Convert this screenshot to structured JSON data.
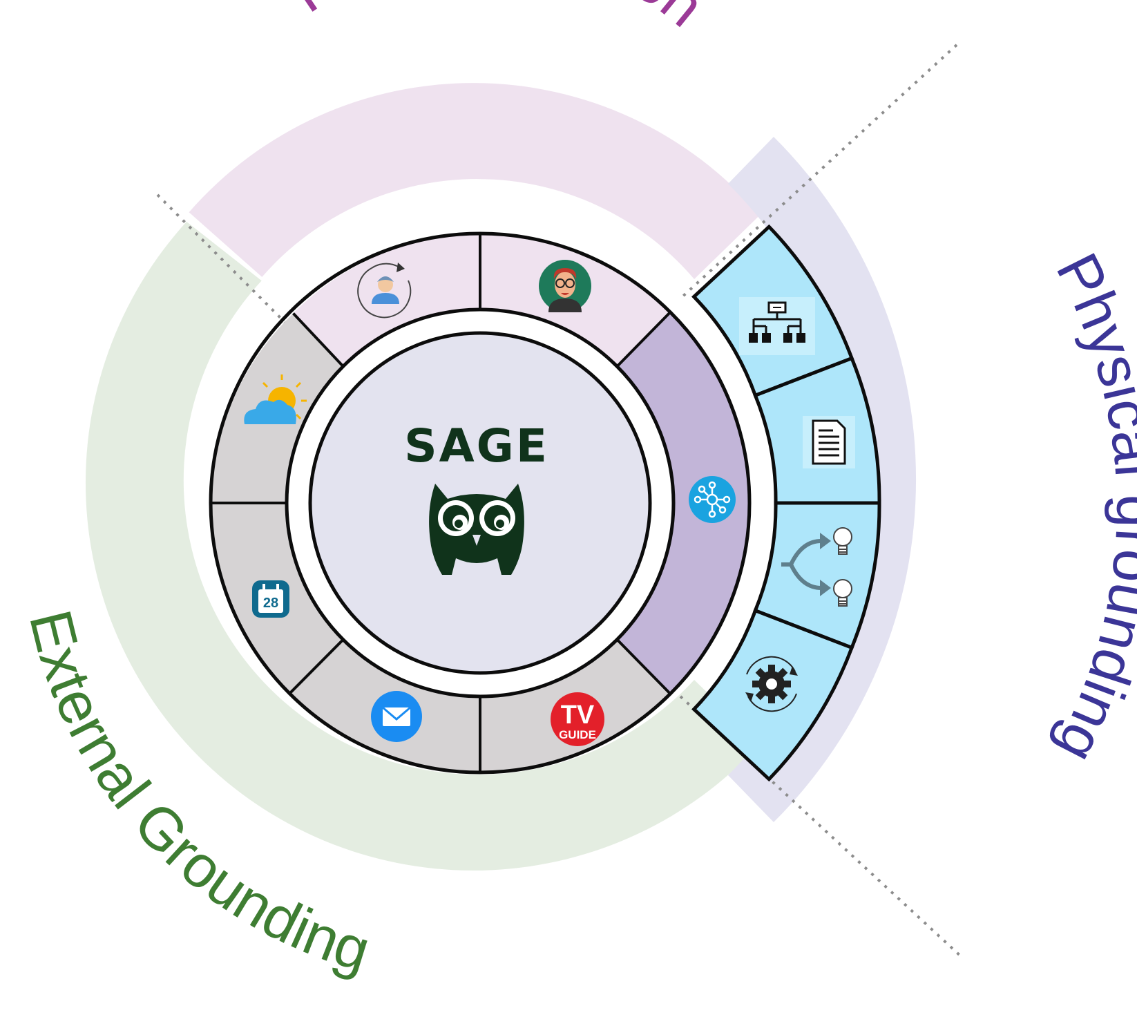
{
  "center": {
    "title": "SAGE",
    "logo_icon": "owl-icon"
  },
  "arcs": {
    "personalization": {
      "label": "Personalization",
      "color": "#9b3a97",
      "band_color": "#efe2ef"
    },
    "physical": {
      "label": "Physical grounding",
      "color": "#3b3597",
      "band_color": "#e3e2f1"
    },
    "external": {
      "label": "External Grounding",
      "color": "#3e7d32",
      "band_color": "#e4ede1"
    }
  },
  "icons": {
    "user_refresh": "user-refresh-icon",
    "persona": "persona-avatar-icon",
    "weather": "weather-icon",
    "calendar": {
      "name": "calendar-icon",
      "day": "28"
    },
    "email": "email-icon",
    "tvguide": {
      "name": "tv-guide-icon",
      "line1": "TV",
      "line2": "GUIDE"
    },
    "network": "network-hub-icon",
    "hierarchy": "hierarchy-icon",
    "document": "document-icon",
    "branch_lights": "branch-bulbs-icon",
    "gear": "gear-refresh-icon"
  },
  "colors": {
    "personal_segment": "#efe2ef",
    "external_segment": "#d6d3d4",
    "physical_segment": "#c2b5d8",
    "physical_band": "#aee6fa",
    "center_fill": "#e3e3ef"
  }
}
